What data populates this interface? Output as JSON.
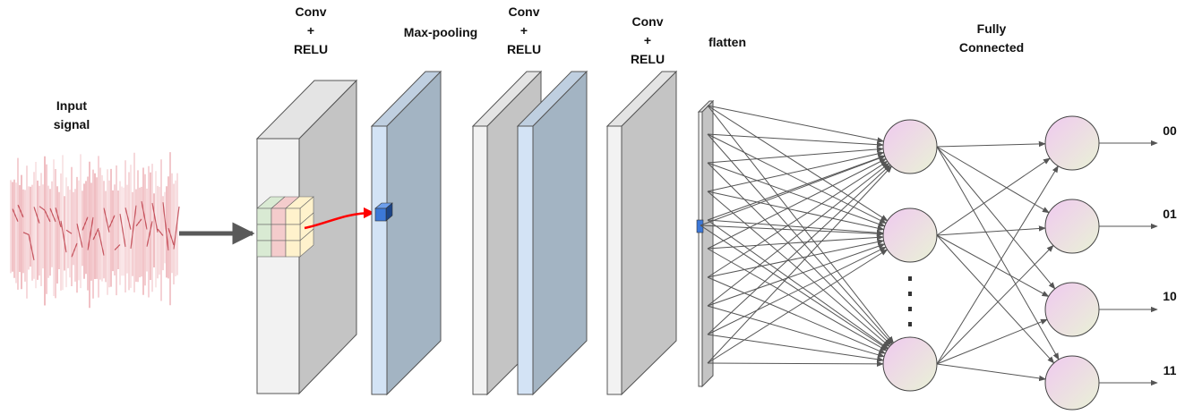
{
  "labels": {
    "input_signal": "Input\nsignal",
    "conv_relu_1": "Conv\n+\nRELU",
    "max_pooling": "Max-pooling",
    "conv_relu_2": "Conv\n+\nRELU",
    "conv_relu_3": "Conv\n+\nRELU",
    "flatten": "flatten",
    "fully_connected": "Fully\nConnected"
  },
  "outputs": [
    "00",
    "01",
    "10",
    "11"
  ],
  "hidden_ellipsis": "⋮",
  "colors": {
    "block_front": "#f2f2f2",
    "block_side": "#c4c4c4",
    "block_top": "#e4e4e4",
    "pool_front": "#d3e3f5",
    "pool_side": "#a3b4c3",
    "pool_top": "#bfcfe0",
    "kernel_a": "#d9ead3",
    "kernel_b": "#f4cccc",
    "kernel_c": "#fff2cc",
    "pooled_cell": "#3c78d8",
    "red_arrow": "#ff0000",
    "signal": "#d4424f",
    "edge": "#555555",
    "neuron_fill_start": "#f0c9f0",
    "neuron_fill_end": "#e9f2d6"
  }
}
